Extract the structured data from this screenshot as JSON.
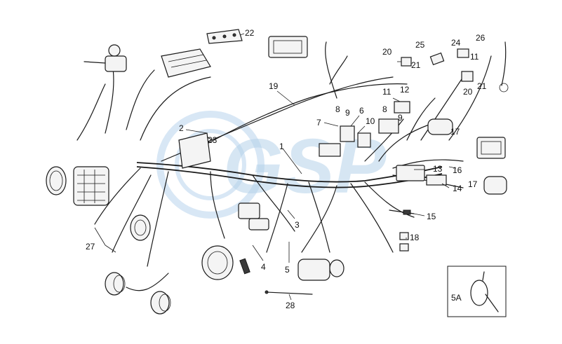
{
  "callouts": [
    {
      "id": "c1",
      "text": "1"
    },
    {
      "id": "c2",
      "text": "2"
    },
    {
      "id": "c3",
      "text": "3"
    },
    {
      "id": "c4",
      "text": "4"
    },
    {
      "id": "c5",
      "text": "5"
    },
    {
      "id": "c5a",
      "text": "5A"
    },
    {
      "id": "c6",
      "text": "6"
    },
    {
      "id": "c7",
      "text": "7"
    },
    {
      "id": "c8a",
      "text": "8"
    },
    {
      "id": "c8b",
      "text": "8"
    },
    {
      "id": "c9a",
      "text": "9"
    },
    {
      "id": "c9b",
      "text": "9"
    },
    {
      "id": "c10",
      "text": "10"
    },
    {
      "id": "c11a",
      "text": "11"
    },
    {
      "id": "c11b",
      "text": "11"
    },
    {
      "id": "c12",
      "text": "12"
    },
    {
      "id": "c13",
      "text": "13"
    },
    {
      "id": "c14",
      "text": "14"
    },
    {
      "id": "c15",
      "text": "15"
    },
    {
      "id": "c16",
      "text": "16"
    },
    {
      "id": "c17a",
      "text": "17"
    },
    {
      "id": "c17b",
      "text": "17"
    },
    {
      "id": "c18",
      "text": "18"
    },
    {
      "id": "c19",
      "text": "19"
    },
    {
      "id": "c20a",
      "text": "20"
    },
    {
      "id": "c20b",
      "text": "20"
    },
    {
      "id": "c21a",
      "text": "21"
    },
    {
      "id": "c21b",
      "text": "21"
    },
    {
      "id": "c22",
      "text": "22"
    },
    {
      "id": "c23",
      "text": "23"
    },
    {
      "id": "c24",
      "text": "24"
    },
    {
      "id": "c25",
      "text": "25"
    },
    {
      "id": "c26",
      "text": "26"
    },
    {
      "id": "c27",
      "text": "27"
    },
    {
      "id": "c28",
      "text": "28"
    }
  ],
  "watermark": {
    "text": "GSP",
    "color": "#b5d2ea"
  }
}
